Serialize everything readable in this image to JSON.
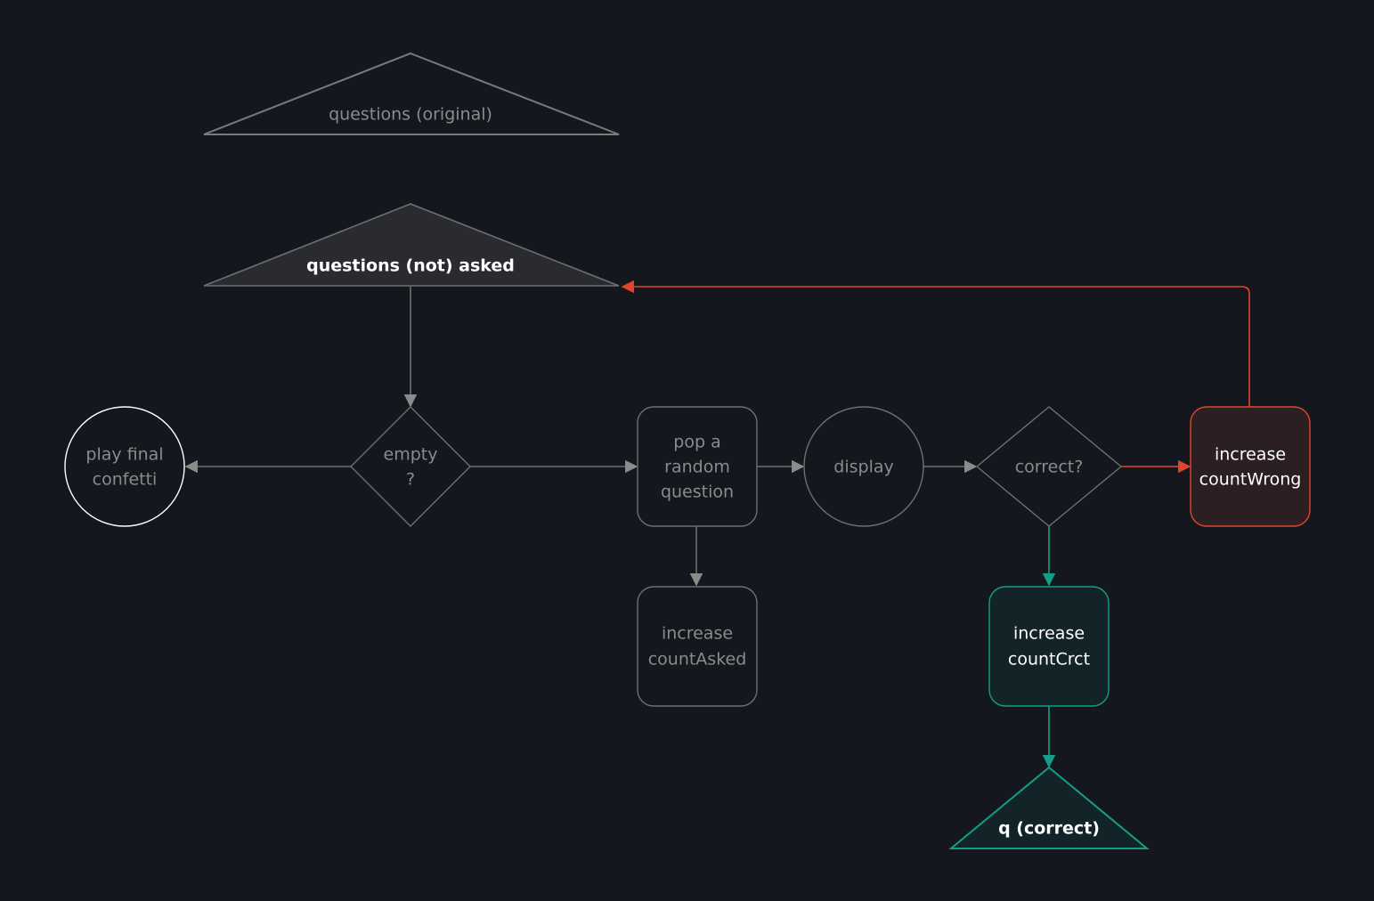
{
  "nodes": {
    "questions_original": {
      "label": "questions (original)"
    },
    "questions_not_asked": {
      "label": "questions (not) asked"
    },
    "empty": {
      "line1": "empty",
      "line2": "?"
    },
    "play_final": {
      "line1": "play final",
      "line2": "confetti"
    },
    "pop_random": {
      "line1": "pop a",
      "line2": "random",
      "line3": "question"
    },
    "display": {
      "label": "display"
    },
    "correct": {
      "label": "correct?"
    },
    "increase_wrong": {
      "line1": "increase",
      "line2": "countWrong"
    },
    "increase_asked": {
      "line1": "increase",
      "line2": "countAsked"
    },
    "increase_crct": {
      "line1": "increase",
      "line2": "countCrct"
    },
    "q_correct": {
      "label": "q (correct)"
    }
  },
  "colors": {
    "background": "#14171d",
    "gray_stroke": "#6f6f6f",
    "muted_text": "#8b8b8b",
    "red_accent": "#e0452d",
    "teal_accent": "#159e87"
  }
}
